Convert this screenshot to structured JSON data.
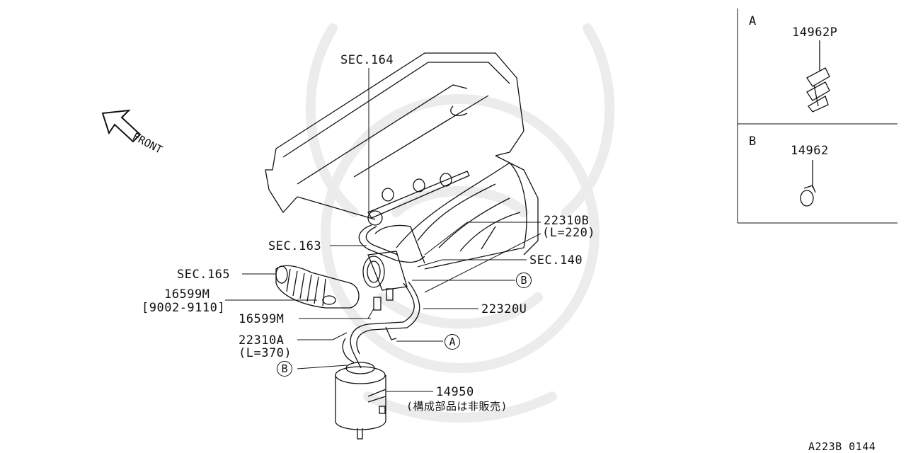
{
  "front_label": "FRONT",
  "callouts": {
    "sec164": "SEC.164",
    "sec163": "SEC.163",
    "sec165": "SEC.165",
    "sec140": "SEC.140",
    "part_16599m_a": "16599M",
    "part_16599m_a_range": "[9002-9110]",
    "part_16599m_b": "16599M",
    "part_22310b": "22310B",
    "part_22310b_len": "(L=220)",
    "part_22320u": "22320U",
    "part_22310a": "22310A",
    "part_22310a_len": "(L=370)",
    "part_14950": "14950",
    "part_14950_note": "(構成部品は非販売)",
    "marker_b_upper": "B",
    "marker_a": "A",
    "marker_b_lower": "B"
  },
  "insets": {
    "a": {
      "letter": "A",
      "part": "14962P"
    },
    "b": {
      "letter": "B",
      "part": "14962"
    }
  },
  "diagram_code": "A223B 0144"
}
